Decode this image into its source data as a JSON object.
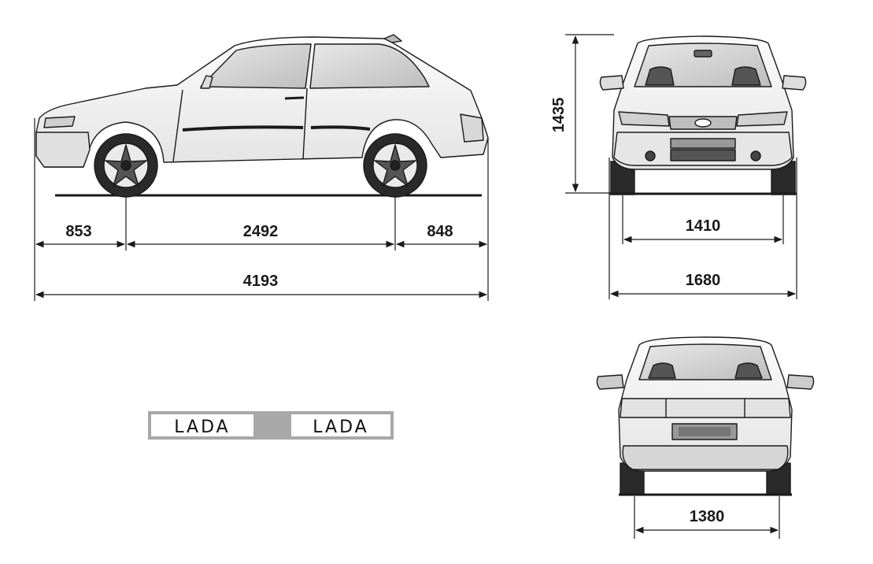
{
  "dimensions": {
    "front_overhang": "853",
    "wheelbase": "2492",
    "rear_overhang": "848",
    "overall_length": "4193",
    "height": "1435",
    "front_track": "1410",
    "overall_width": "1680",
    "rear_track": "1380"
  },
  "badges": [
    "LADA",
    "LADA"
  ],
  "colors": {
    "line": "#1a1a1a",
    "body": "#f3f3f3",
    "glass": "#d2d2d2",
    "tyre": "#2a2a2a",
    "badge_bg": "#a8a8a8"
  }
}
